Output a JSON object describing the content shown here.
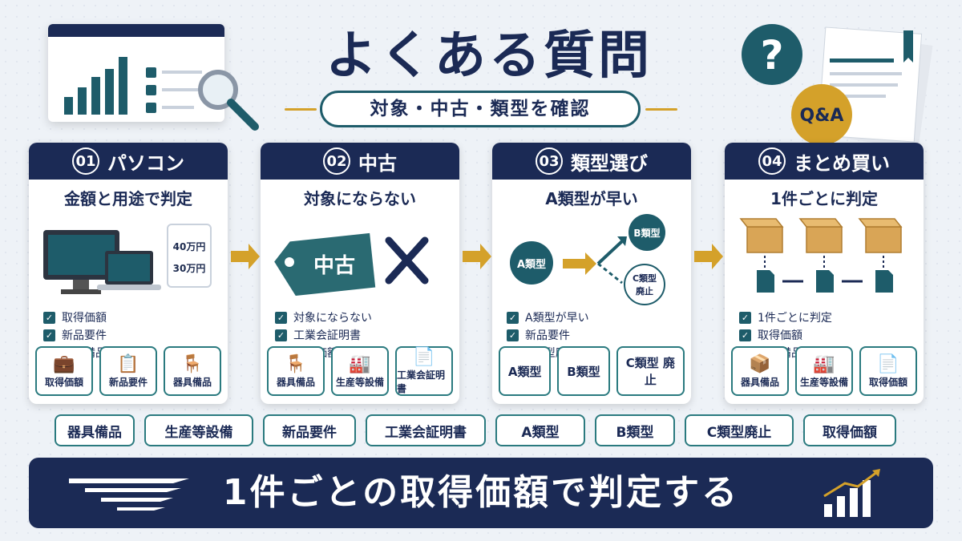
{
  "title": "よくある質問",
  "subtitle": "対象・中古・類型を確認",
  "qa_badge": "Q&A",
  "cards": [
    {
      "num": "01",
      "head": "パソコン",
      "sub": "金額と用途で判定",
      "price_tags": [
        "40万円",
        "30万円"
      ],
      "checks": [
        "取得価額",
        "新品要件",
        "器具備品"
      ],
      "tiles": [
        {
          "icon": "briefcase-icon",
          "label": "取得価額"
        },
        {
          "icon": "checklist-icon",
          "label": "新品要件"
        },
        {
          "icon": "chair-icon",
          "label": "器具備品"
        }
      ]
    },
    {
      "num": "02",
      "head": "中古",
      "sub": "対象にならない",
      "tag_label": "中古",
      "checks": [
        "対象にならない",
        "工業会証明書",
        "取得価額"
      ],
      "tiles": [
        {
          "icon": "chair-icon",
          "label": "器具備品"
        },
        {
          "icon": "factory-icon",
          "label": "生産等設備"
        },
        {
          "icon": "document-icon",
          "label": "工業会証明書"
        }
      ]
    },
    {
      "num": "03",
      "head": "類型選び",
      "sub": "A類型が早い",
      "nodes": [
        "A類型",
        "B類型",
        "C類型 廃止"
      ],
      "checks": [
        "A類型が早い",
        "新品要件",
        "C類型廃止"
      ],
      "tiles": [
        {
          "label": "A類型"
        },
        {
          "label": "B類型"
        },
        {
          "label": "C類型 廃止"
        }
      ]
    },
    {
      "num": "04",
      "head": "まとめ買い",
      "sub": "1件ごとに判定",
      "checks": [
        "1件ごとに判定",
        "取得価額",
        "器具備品"
      ],
      "tiles": [
        {
          "icon": "box-icon",
          "label": "器具備品"
        },
        {
          "icon": "factory-icon",
          "label": "生産等設備"
        },
        {
          "icon": "document-icon",
          "label": "取得価額"
        }
      ]
    }
  ],
  "chips": [
    "器具備品",
    "生産等設備",
    "新品要件",
    "工業会証明書",
    "A類型",
    "B類型",
    "C類型廃止",
    "取得価額"
  ],
  "banner": "1件ごとの取得価額で判定する",
  "colors": {
    "navy": "#1b2a55",
    "teal": "#1e5c6a",
    "gold": "#d4a12a"
  }
}
